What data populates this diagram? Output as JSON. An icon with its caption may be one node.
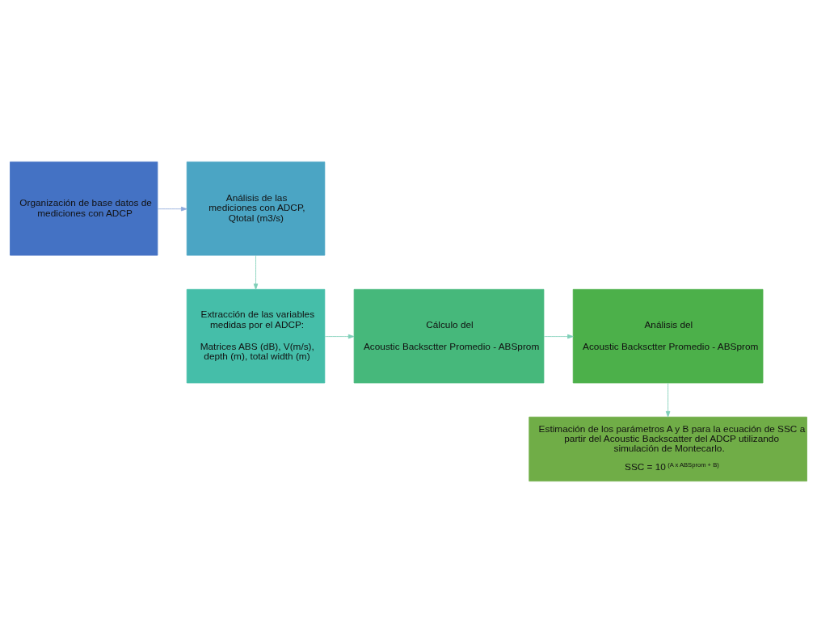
{
  "diagram": {
    "nodes": [
      {
        "text": [
          "Organización de base datos de mediciones con ADCP"
        ]
      },
      {
        "text": [
          "Análisis de las mediciones con ADCP, Qtotal (m3/s)"
        ]
      },
      {
        "text": [
          "Extracción de las variables medidas por el ADCP:",
          "Matrices ABS (dB), V(m/s), depth (m), total width (m)"
        ]
      },
      {
        "text": [
          "Cálculo del",
          "Acoustic Backsctter Promedio - ABSprom"
        ]
      },
      {
        "text": [
          "Análisis del",
          "Acoustic Backsctter Promedio - ABSprom"
        ]
      },
      {
        "text": [
          "Estimación de los parámetros A y B para la ecuación de SSC a partir del Acoustic Backscatter del ADCP utilizando simulación de Montecarlo.",
          "SSC = 10 $^{(A x ABSprom + B)}$"
        ]
      }
    ],
    "edges": [
      {
        "from": 0,
        "to": 1,
        "arrow": "to",
        "color": "#8eaadb"
      },
      {
        "from": 1,
        "to": 2,
        "arrow": "to"
      },
      {
        "from": 2,
        "to": 3,
        "arrow": "to"
      },
      {
        "from": 3,
        "to": 4,
        "arrow": "to"
      },
      {
        "from": 4,
        "to": 5,
        "arrow": "to"
      }
    ]
  }
}
